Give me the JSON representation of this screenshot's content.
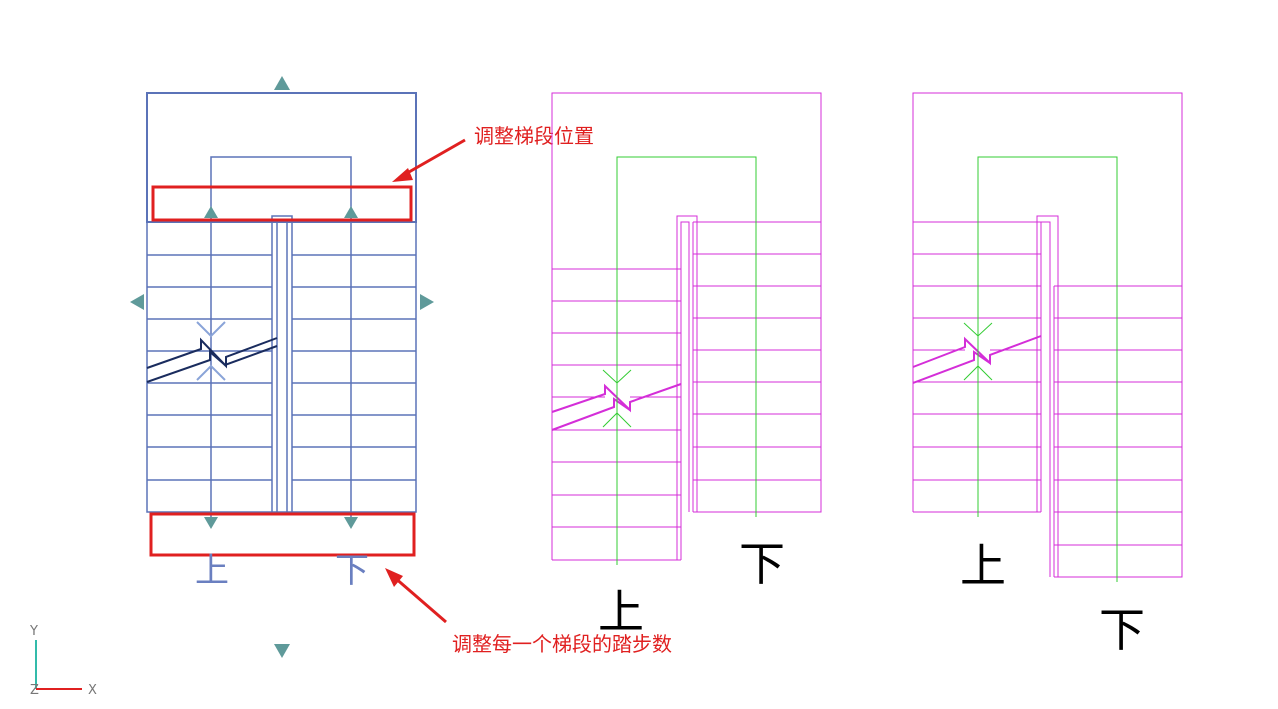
{
  "annotations": {
    "adjust_position": "调整梯段位置",
    "adjust_steps": "调整每一个梯段的踏步数"
  },
  "plan_labels": {
    "up": "上",
    "down": "下"
  },
  "axis": {
    "y": "Y",
    "z": "Z",
    "x": "X"
  },
  "colors": {
    "selected_stair": "#5b73b8",
    "break_line": "#1a2c5e",
    "grip": "#5f9a9a",
    "highlight_box": "#e02020",
    "stair_magenta": "#d42ed8",
    "walk_line": "#33cc33",
    "axis_y": "#33bbaa",
    "axis_x": "#e02020"
  }
}
